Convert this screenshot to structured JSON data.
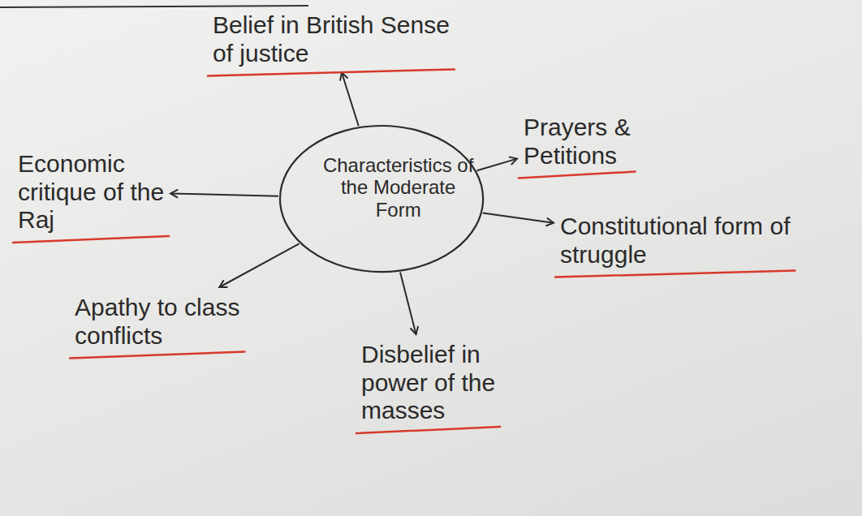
{
  "diagram": {
    "nodes": [
      {
        "text": [
          "Characteristics of the Moderate Form"
        ]
      },
      {
        "text": [
          "Belief in British Sense of justice"
        ]
      },
      {
        "text": [
          "Prayers & Petitions"
        ]
      },
      {
        "text": [
          "Constitutional form of struggle"
        ]
      },
      {
        "text": [
          "Disbelief in power of the masses"
        ]
      },
      {
        "text": [
          "Apathy to class conflicts"
        ]
      },
      {
        "text": [
          "Economic critique of the Raj"
        ]
      }
    ],
    "edges": [
      {
        "from": 0,
        "to": 1,
        "arrow": "to"
      },
      {
        "from": 0,
        "to": 2,
        "arrow": "to"
      },
      {
        "from": 0,
        "to": 3,
        "arrow": "to"
      },
      {
        "from": 0,
        "to": 4,
        "arrow": "to"
      },
      {
        "from": 0,
        "to": 5,
        "arrow": "to"
      },
      {
        "from": 0,
        "to": 6,
        "arrow": "to"
      }
    ]
  }
}
